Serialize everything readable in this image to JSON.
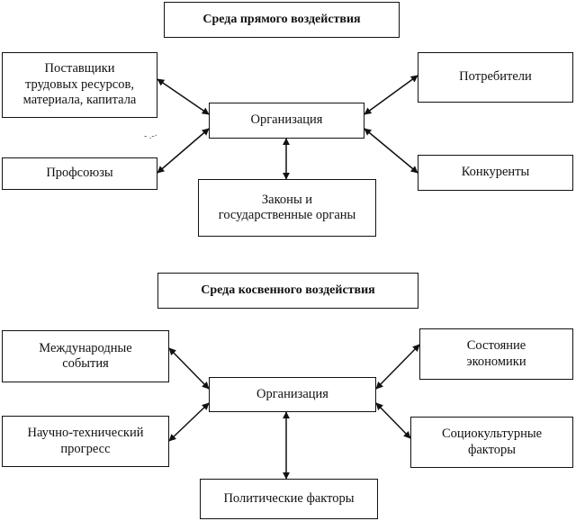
{
  "direct": {
    "title": "Среда прямого воздействия",
    "organization": "Организация",
    "suppliers": "Поставщики\nтрудовых ресурсов,\nматериала, капитала",
    "unions": "Профсоюзы",
    "laws": "Законы и\nгосударственные органы",
    "consumers": "Потребители",
    "competitors": "Конкуренты"
  },
  "indirect": {
    "title": "Среда косвенного воздействия",
    "organization": "Организация",
    "international": "Международные\nсобытия",
    "scitech": "Научно-технический\nпрогресс",
    "political": "Политические факторы",
    "economy": "Состояние\nэкономики",
    "sociocultural": "Социокультурные\nфакторы"
  }
}
